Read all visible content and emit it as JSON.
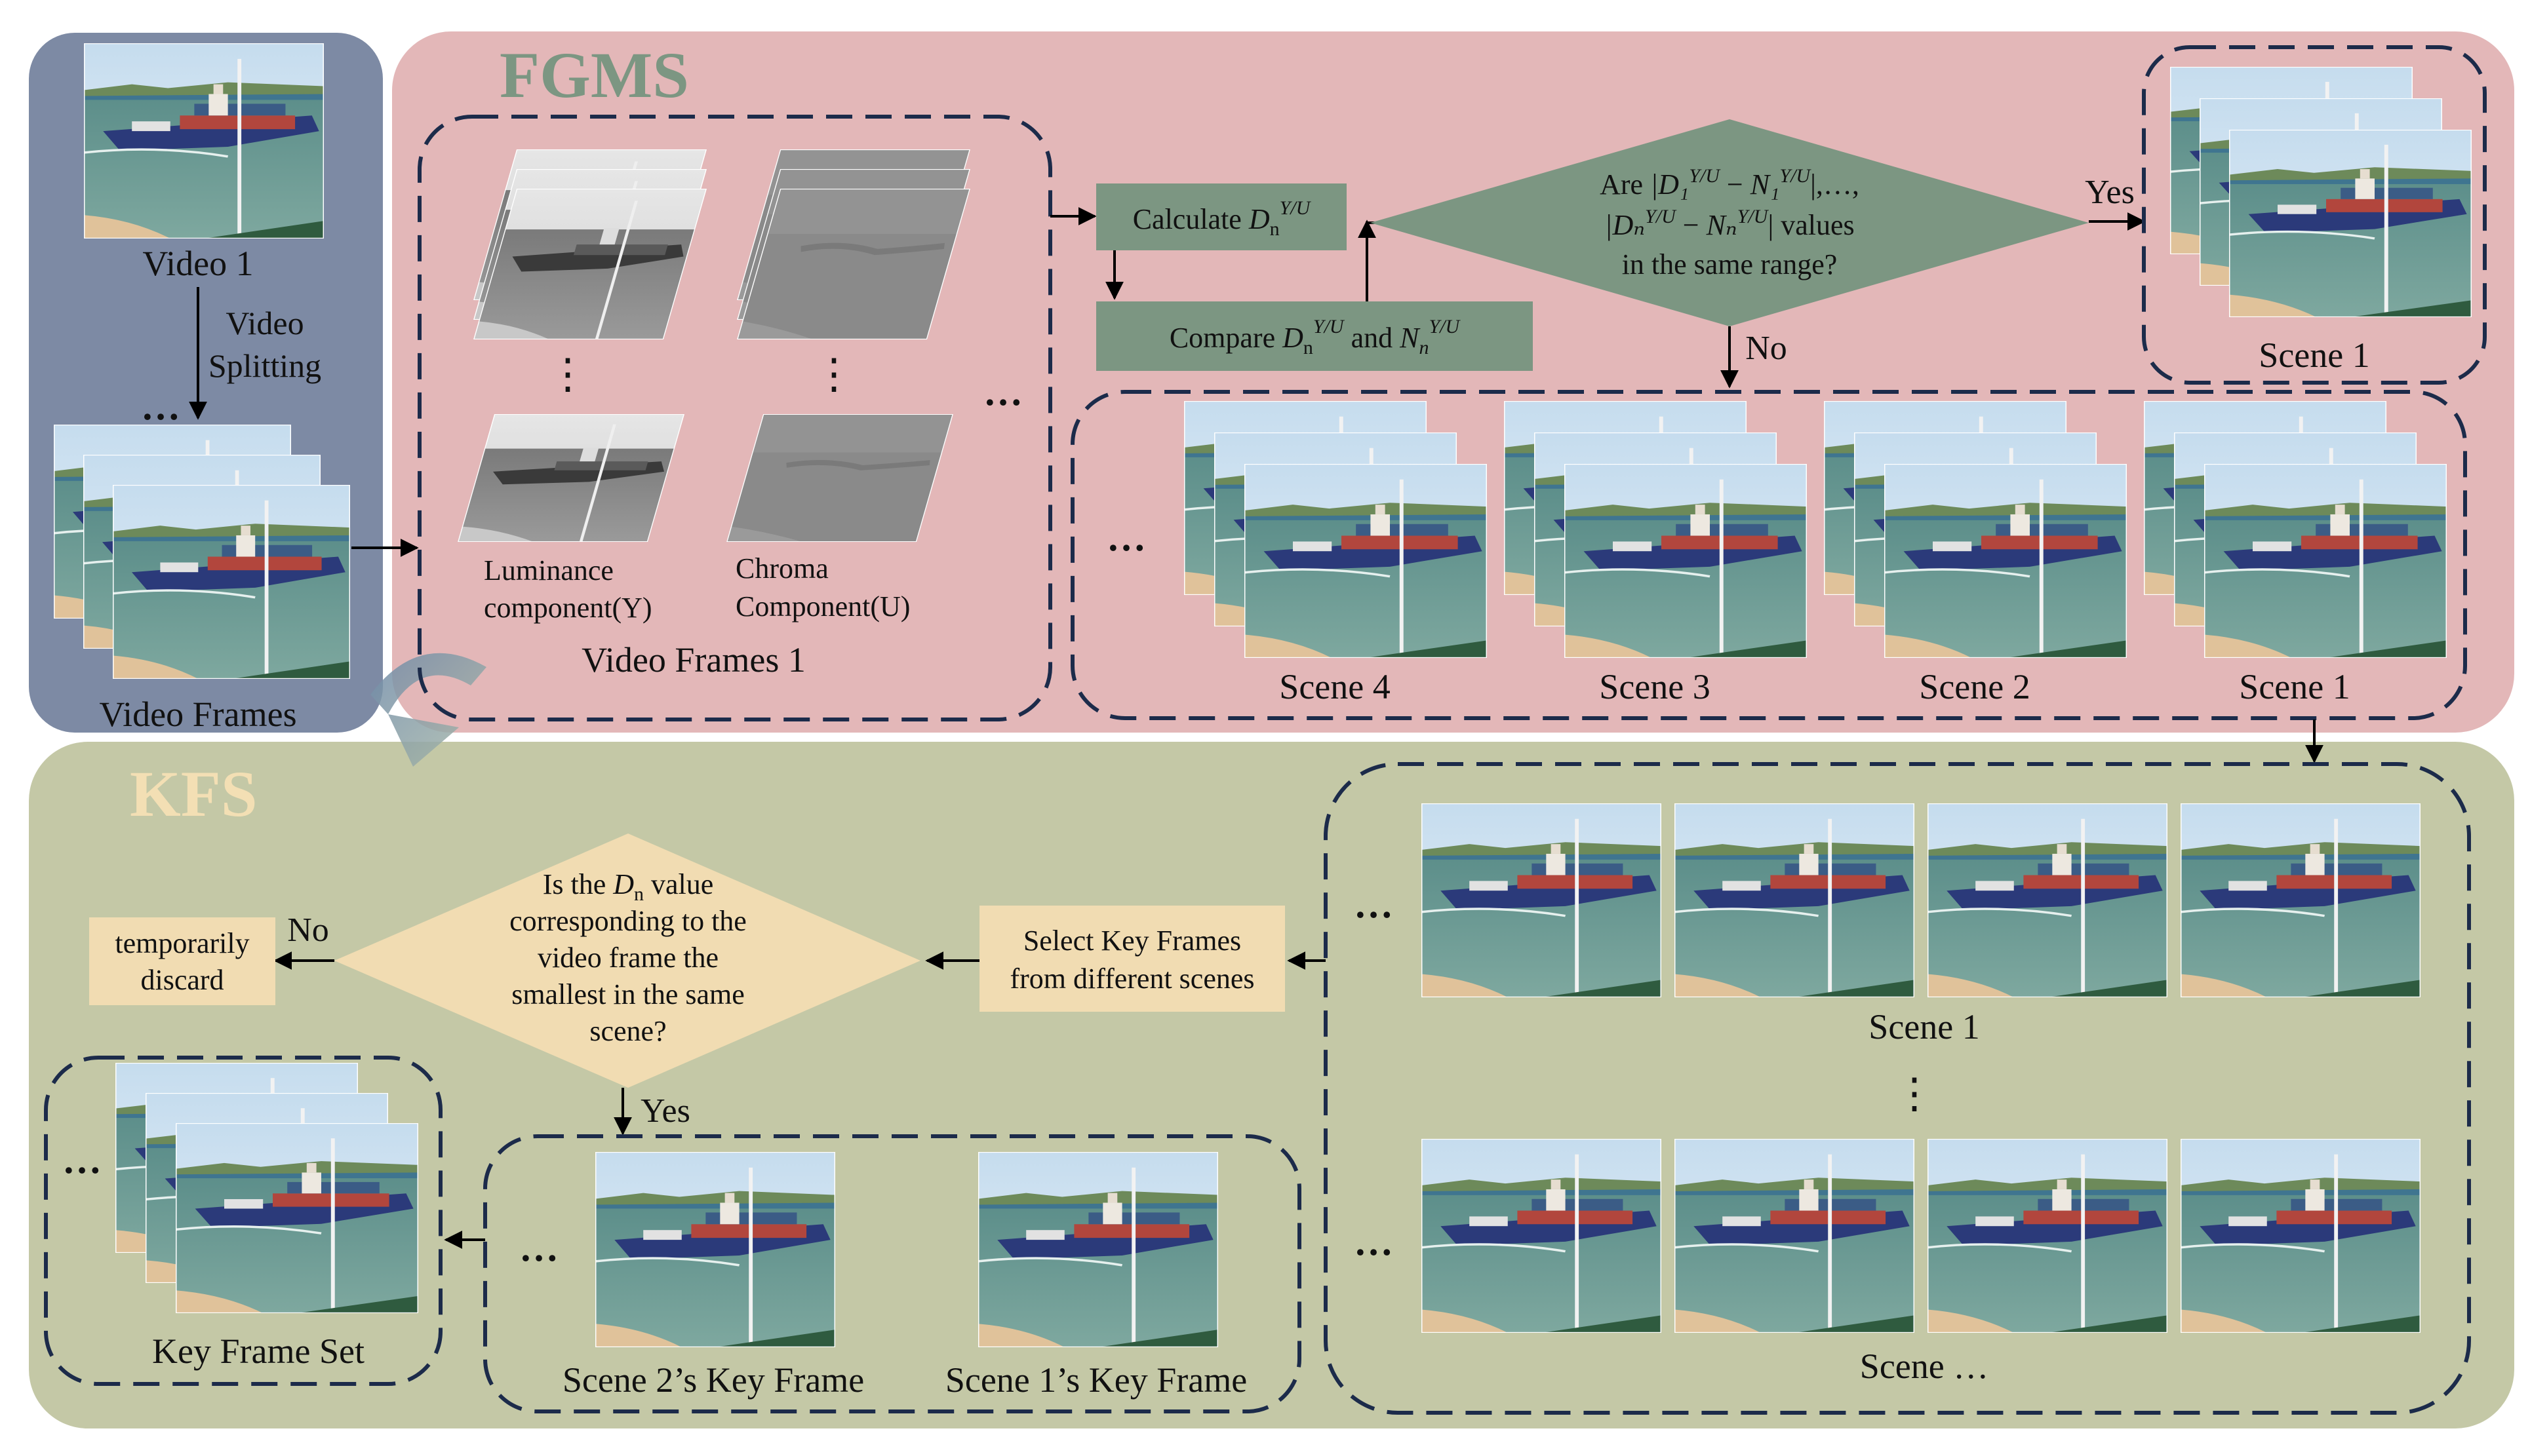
{
  "panels": {
    "fgms_title": "FGMS",
    "kfs_title": "KFS"
  },
  "left": {
    "video_label": "Video 1",
    "split_line1": "Video",
    "split_line2": "Splitting",
    "ellipsis": "…",
    "frames_label": "Video Frames"
  },
  "fgms": {
    "luma_line1": "Luminance",
    "luma_line2": "component(Y)",
    "chroma_line1": "Chroma",
    "chroma_line2": "Component(U)",
    "group_label": "Video Frames 1",
    "vdots": "⋮",
    "ellipsis": "…",
    "calc_prefix": "Calculate",
    "compare_prefix": "Compare",
    "compare_and": "and",
    "diamond_l1_prefix": "Are",
    "diamond_l2_suffix": "values",
    "diamond_l3": "in the same range?",
    "yes": "Yes",
    "no": "No",
    "scene_top": "Scene 1",
    "scenes": [
      "Scene 4",
      "Scene 3",
      "Scene 2",
      "Scene 1"
    ]
  },
  "kfs": {
    "select_line1": "Select Key Frames",
    "select_line2": "from different scenes",
    "diamond_l1_prefix": "Is the",
    "diamond_l1_suffix": "value",
    "diamond_l2": "corresponding to the",
    "diamond_l3": "video frame the",
    "diamond_l4": "smallest in the same",
    "diamond_l5": "scene?",
    "no": "No",
    "yes": "Yes",
    "discard_line1": "temporarily",
    "discard_line2": "discard",
    "scene1_label": "Scene 1",
    "scene_more_label": "Scene …",
    "vdots": "⋮",
    "ellipsis": "…",
    "key2_label": "Scene 2’s Key Frame",
    "key1_label": "Scene 1’s Key Frame",
    "keyset_label": "Key Frame Set"
  },
  "colors": {
    "left_panel": "#7d8aa4",
    "fgms_panel": "#e3b7b8",
    "kfs_panel": "#c4c8a6",
    "fgms_node": "#7c9682",
    "kfs_node": "#f1dcb2",
    "dash": "#1c2b4a",
    "fgms_title": "#7c9682",
    "kfs_title": "#f3dfb4"
  }
}
